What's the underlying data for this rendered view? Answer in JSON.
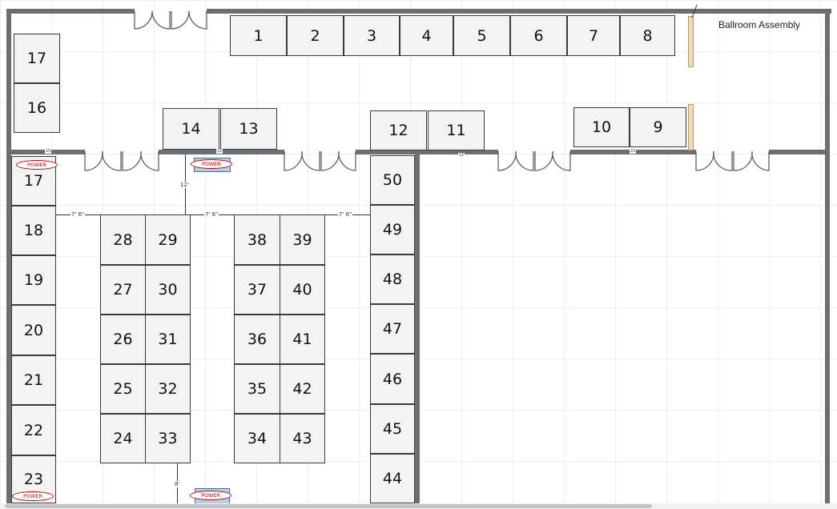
{
  "title": "Ballroom Assembly",
  "power_label": "POWER",
  "booths": [
    {
      "id": "1"
    },
    {
      "id": "2"
    },
    {
      "id": "3"
    },
    {
      "id": "4"
    },
    {
      "id": "5"
    },
    {
      "id": "6"
    },
    {
      "id": "7"
    },
    {
      "id": "8"
    },
    {
      "id": "17"
    },
    {
      "id": "16"
    },
    {
      "id": "14"
    },
    {
      "id": "13"
    },
    {
      "id": "12"
    },
    {
      "id": "11"
    },
    {
      "id": "10"
    },
    {
      "id": "9"
    },
    {
      "id": "17"
    },
    {
      "id": "18"
    },
    {
      "id": "19"
    },
    {
      "id": "20"
    },
    {
      "id": "21"
    },
    {
      "id": "22"
    },
    {
      "id": "23"
    },
    {
      "id": "28"
    },
    {
      "id": "29"
    },
    {
      "id": "27"
    },
    {
      "id": "30"
    },
    {
      "id": "26"
    },
    {
      "id": "31"
    },
    {
      "id": "25"
    },
    {
      "id": "32"
    },
    {
      "id": "24"
    },
    {
      "id": "33"
    },
    {
      "id": "38"
    },
    {
      "id": "39"
    },
    {
      "id": "37"
    },
    {
      "id": "40"
    },
    {
      "id": "36"
    },
    {
      "id": "41"
    },
    {
      "id": "35"
    },
    {
      "id": "42"
    },
    {
      "id": "34"
    },
    {
      "id": "43"
    },
    {
      "id": "50"
    },
    {
      "id": "49"
    },
    {
      "id": "48"
    },
    {
      "id": "47"
    },
    {
      "id": "46"
    },
    {
      "id": "45"
    },
    {
      "id": "44"
    }
  ],
  "dimensions": {
    "aisle_left": "7' 6\"",
    "aisle_mid": "7' 6\"",
    "aisle_right": "7' 6\"",
    "top_gap": "12'",
    "bottom_gap": "8'",
    "wall_mark_1": "15",
    "wall_mark_2": "22",
    "wall_mark_3": "15",
    "wall_mark_4": "22"
  }
}
